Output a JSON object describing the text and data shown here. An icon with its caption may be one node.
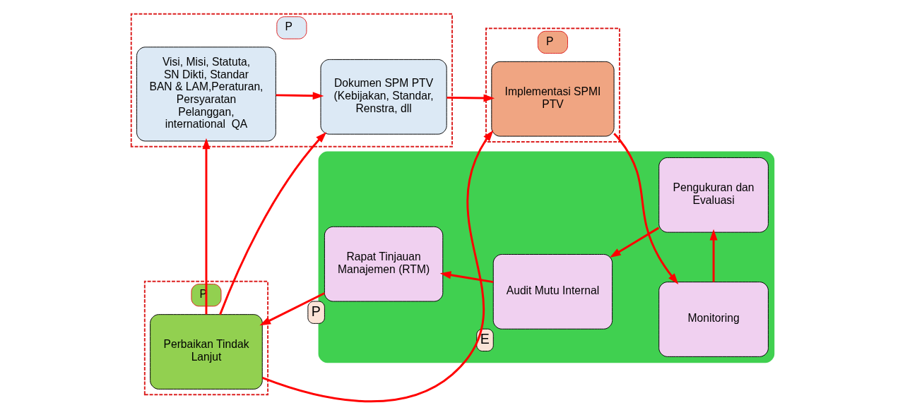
{
  "diagram": {
    "nodes": [
      {
        "text": [
          "P"
        ]
      },
      {
        "text": [
          "Visi, Misi, Statuta, SN Dikti, Standar BAN & LAM,Peraturan, Persyaratan Pelanggan, international  QA"
        ],
        "in": 0
      },
      {
        "text": [
          "Dokumen SPM PTV (Kebijakan, Standar, Renstra, dll"
        ],
        "in": 0
      },
      {
        "text": [
          "P"
        ]
      },
      {
        "text": [
          "Implementasi SPMI PTV"
        ],
        "in": 3
      },
      {
        "text": [],
        "shape": "box"
      },
      {
        "text": [
          "Monitoring"
        ],
        "in": 5
      },
      {
        "text": [
          "Pengukuran dan Evaluasi"
        ],
        "in": 5
      },
      {
        "text": [
          "Audit Mutu Internal"
        ],
        "in": 5,
        "beside": [
          "E"
        ]
      },
      {
        "text": [
          "Rapat Tinjauan Manajemen (RTM)"
        ],
        "in": 5,
        "beside": [
          "P"
        ]
      },
      {
        "text": [
          "P"
        ]
      },
      {
        "text": [
          "Perbaikan Tindak Lanjut"
        ],
        "in": 10
      }
    ],
    "edges": [
      {
        "from": 1,
        "to": 2,
        "arrow": "to"
      },
      {
        "from": 2,
        "to": 4,
        "arrow": "to"
      },
      {
        "from": 4,
        "to": 6,
        "arrow": "to"
      },
      {
        "from": 6,
        "to": 7,
        "arrow": "to"
      },
      {
        "from": 7,
        "to": 8,
        "arrow": "to"
      },
      {
        "from": 8,
        "to": 9,
        "arrow": "to"
      },
      {
        "from": 9,
        "to": 11,
        "arrow": "to"
      },
      {
        "from": 11,
        "to": 1,
        "arrow": "to"
      },
      {
        "from": 11,
        "to": 2,
        "arrow": "to"
      },
      {
        "from": 11,
        "to": 4,
        "arrow": "to"
      }
    ]
  }
}
